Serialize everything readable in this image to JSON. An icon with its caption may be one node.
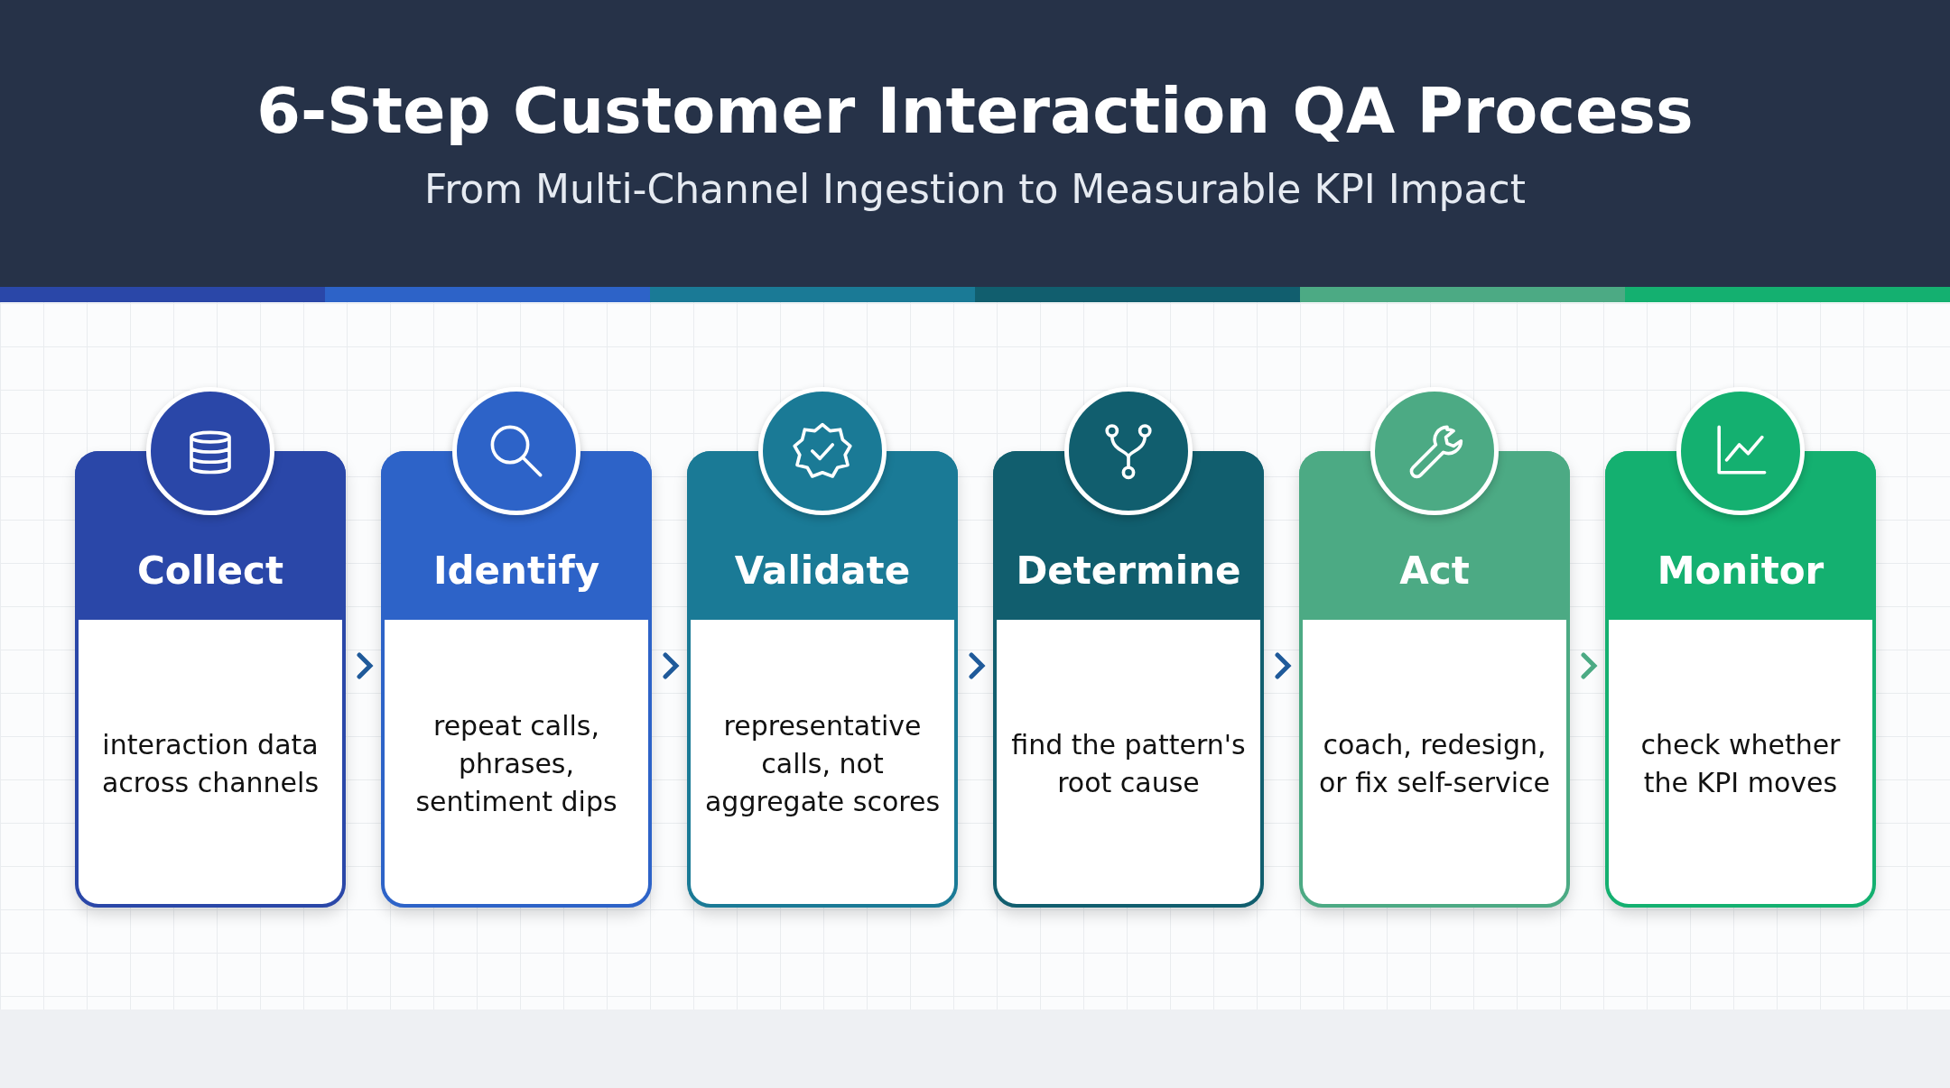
{
  "diagram": {
    "title": "6-Step Customer Interaction QA Process",
    "caption": "From Multi-Channel Ingestion to Measurable KPI Impact",
    "nodes": [
      {
        "text": [
          "Collect",
          "interaction data across channels"
        ]
      },
      {
        "text": [
          "Identify",
          "repeat calls, phrases, sentiment dips"
        ]
      },
      {
        "text": [
          "Validate",
          "representative calls, not aggregate scores"
        ]
      },
      {
        "text": [
          "Determine",
          "find the pattern's root cause"
        ]
      },
      {
        "text": [
          "Act",
          "coach, redesign, or fix self-service"
        ]
      },
      {
        "text": [
          "Monitor",
          "check whether the KPI moves"
        ]
      }
    ],
    "edges": [
      {
        "from": 0,
        "to": 1,
        "arrow": "to"
      },
      {
        "from": 1,
        "to": 2,
        "arrow": "to"
      },
      {
        "from": 2,
        "to": 3,
        "arrow": "to"
      },
      {
        "from": 3,
        "to": 4,
        "arrow": "to"
      },
      {
        "from": 4,
        "to": 5,
        "arrow": "to",
        "color": "#4caa84"
      }
    ]
  }
}
